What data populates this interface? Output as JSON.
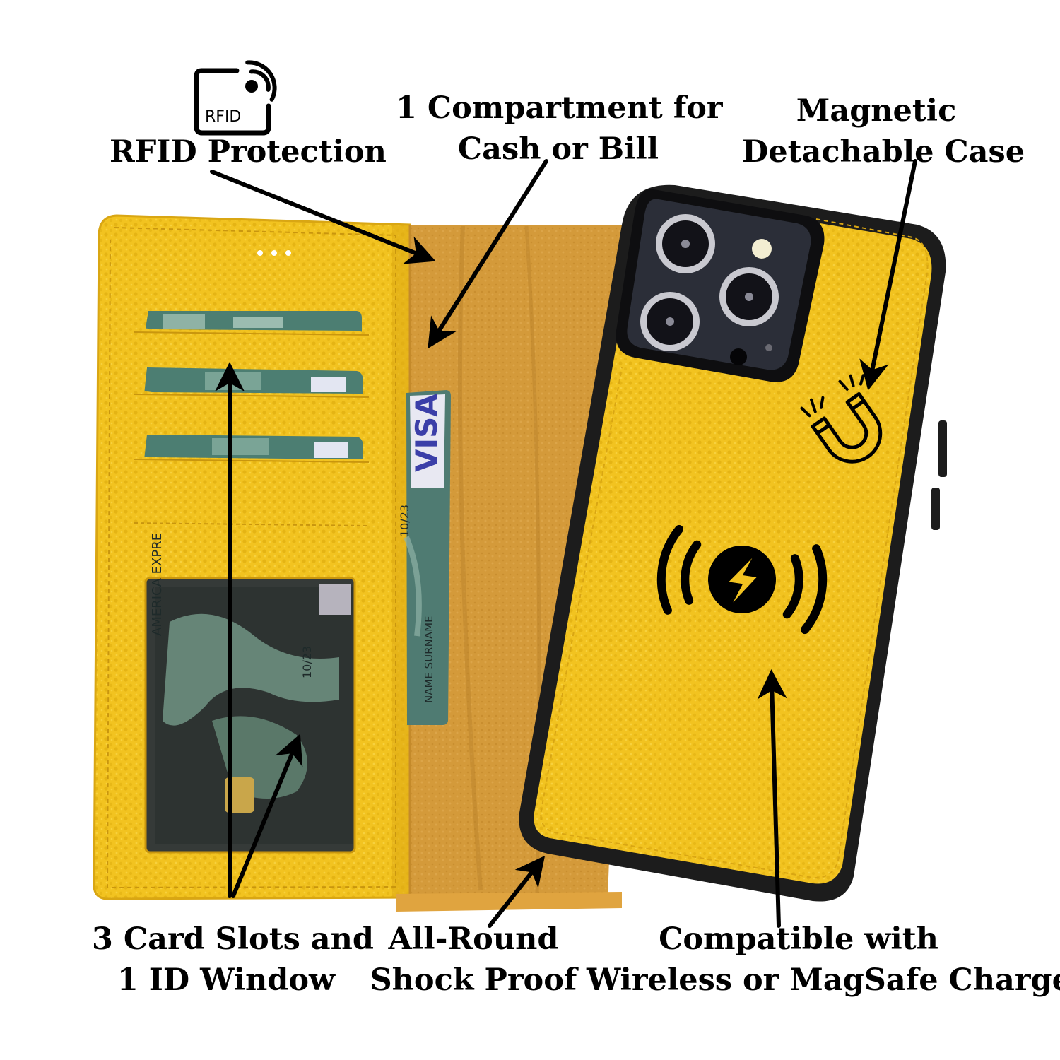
{
  "colors": {
    "leather_yellow": "#f2c320",
    "leather_shadow": "#d9a613",
    "suede": "#d49a3a",
    "case_edge": "#1c1c1c",
    "card_teal": "#3f6e63",
    "arrow": "#000000"
  },
  "icons": {
    "rfid": "rfid-icon",
    "magnet": "magnet-icon",
    "wireless_charge": "wireless-charge-icon"
  },
  "rfid_icon_label": "RFID",
  "features": {
    "rfid": {
      "line1": "RFID Protection"
    },
    "compartment": {
      "line1": "1 Compartment for",
      "line2": "Cash or Bill"
    },
    "magnetic": {
      "line1": "Magnetic",
      "line2": "Detachable Case"
    },
    "cards": {
      "line1": "3 Card Slots and",
      "line2": "1 ID Window"
    },
    "shock": {
      "line1": "All-Round",
      "line2": "Shock Proof"
    },
    "compatible": {
      "line1": "Compatible with",
      "line2": "Wireless or MagSafe Charge"
    }
  },
  "card_prints": {
    "visa": "VISA",
    "expiry": "10/23",
    "name": "NAME SURNAME",
    "id_expiry": "10/23",
    "id_issuer": "AMERICA EXPRE"
  }
}
